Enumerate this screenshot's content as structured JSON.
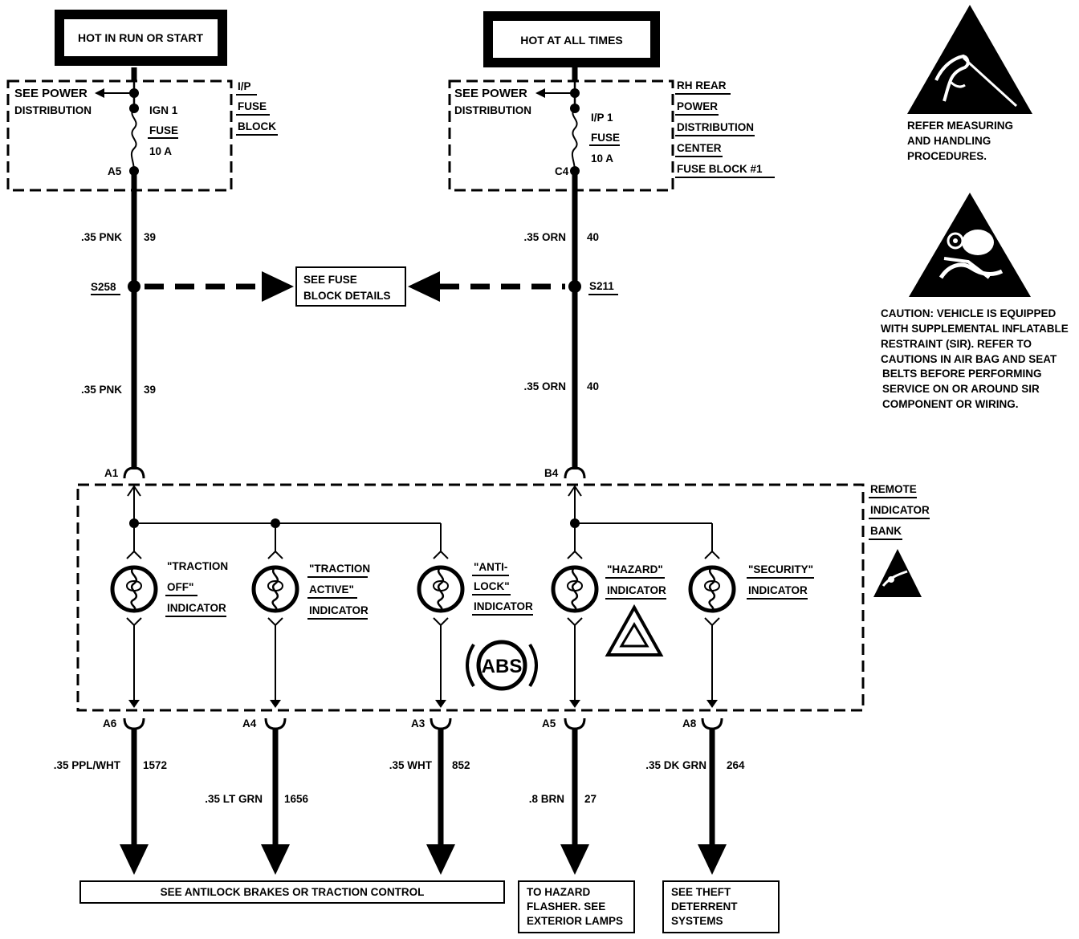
{
  "power_sources": {
    "left": "HOT IN RUN OR START",
    "right": "HOT AT ALL TIMES"
  },
  "fuse_blocks": {
    "left": {
      "see_power_line1": "SEE POWER",
      "see_power_line2": "DISTRIBUTION",
      "fuse_line1": "IGN 1",
      "fuse_line2": "FUSE",
      "fuse_line3": "10 A",
      "terminal": "A5",
      "label": [
        "I/P",
        "FUSE",
        "BLOCK"
      ]
    },
    "right": {
      "see_power_line1": "SEE POWER",
      "see_power_line2": "DISTRIBUTION",
      "fuse_line1": "I/P 1",
      "fuse_line2": "FUSE",
      "fuse_line3": "10 A",
      "terminal": "C4",
      "label": [
        "RH REAR",
        "POWER",
        "DISTRIBUTION",
        "CENTER",
        "FUSE BLOCK #1"
      ]
    }
  },
  "wires_upper": {
    "left_top_gauge": ".35 PNK",
    "left_top_circuit": "39",
    "left_bottom_gauge": ".35 PNK",
    "left_bottom_circuit": "39",
    "right_top_gauge": ".35 ORN",
    "right_top_circuit": "40",
    "right_bottom_gauge": ".35 ORN",
    "right_bottom_circuit": "40"
  },
  "splices": {
    "left": "S258",
    "right": "S211"
  },
  "fuse_details": {
    "line1": "SEE FUSE",
    "line2": "BLOCK DETAILS"
  },
  "input_terminals": {
    "left": "A1",
    "right": "B4"
  },
  "indicator_bank": {
    "label": [
      "REMOTE",
      "INDICATOR",
      "BANK"
    ]
  },
  "indicators": [
    {
      "lines": [
        "\"TRACTION",
        "OFF\"",
        "INDICATOR"
      ]
    },
    {
      "lines": [
        "\"TRACTION",
        "ACTIVE\"",
        "INDICATOR"
      ]
    },
    {
      "lines": [
        "\"ANTI-",
        "LOCK\"",
        "INDICATOR"
      ]
    },
    {
      "lines": [
        "\"HAZARD\"",
        "INDICATOR"
      ]
    },
    {
      "lines": [
        "\"SECURITY\"",
        "INDICATOR"
      ]
    }
  ],
  "abs_symbol": "ABS",
  "outputs": [
    {
      "terminal": "A6",
      "gauge": ".35 PPL/WHT",
      "circuit": "1572"
    },
    {
      "terminal": "A4",
      "gauge": ".35 LT GRN",
      "circuit": "1656"
    },
    {
      "terminal": "A3",
      "gauge": ".35 WHT",
      "circuit": "852"
    },
    {
      "terminal": "A5",
      "gauge": ".8 BRN",
      "circuit": "27"
    },
    {
      "terminal": "A8",
      "gauge": ".35 DK GRN",
      "circuit": "264"
    }
  ],
  "destinations": {
    "antilock": "SEE ANTILOCK BRAKES OR TRACTION CONTROL",
    "hazard": [
      "TO HAZARD",
      "FLASHER. SEE",
      "EXTERIOR LAMPS"
    ],
    "theft": [
      "SEE THEFT",
      "DETERRENT",
      "SYSTEMS"
    ]
  },
  "warnings": {
    "esd": [
      "REFER MEASURING",
      "AND HANDLING",
      "PROCEDURES."
    ],
    "sir": [
      "CAUTION: VEHICLE IS EQUIPPED",
      "WITH SUPPLEMENTAL INFLATABLE",
      "RESTRAINT (SIR). REFER TO",
      "CAUTIONS IN AIR BAG AND SEAT",
      "BELTS BEFORE PERFORMING",
      "SERVICE ON OR AROUND SIR",
      "COMPONENT OR WIRING."
    ]
  }
}
